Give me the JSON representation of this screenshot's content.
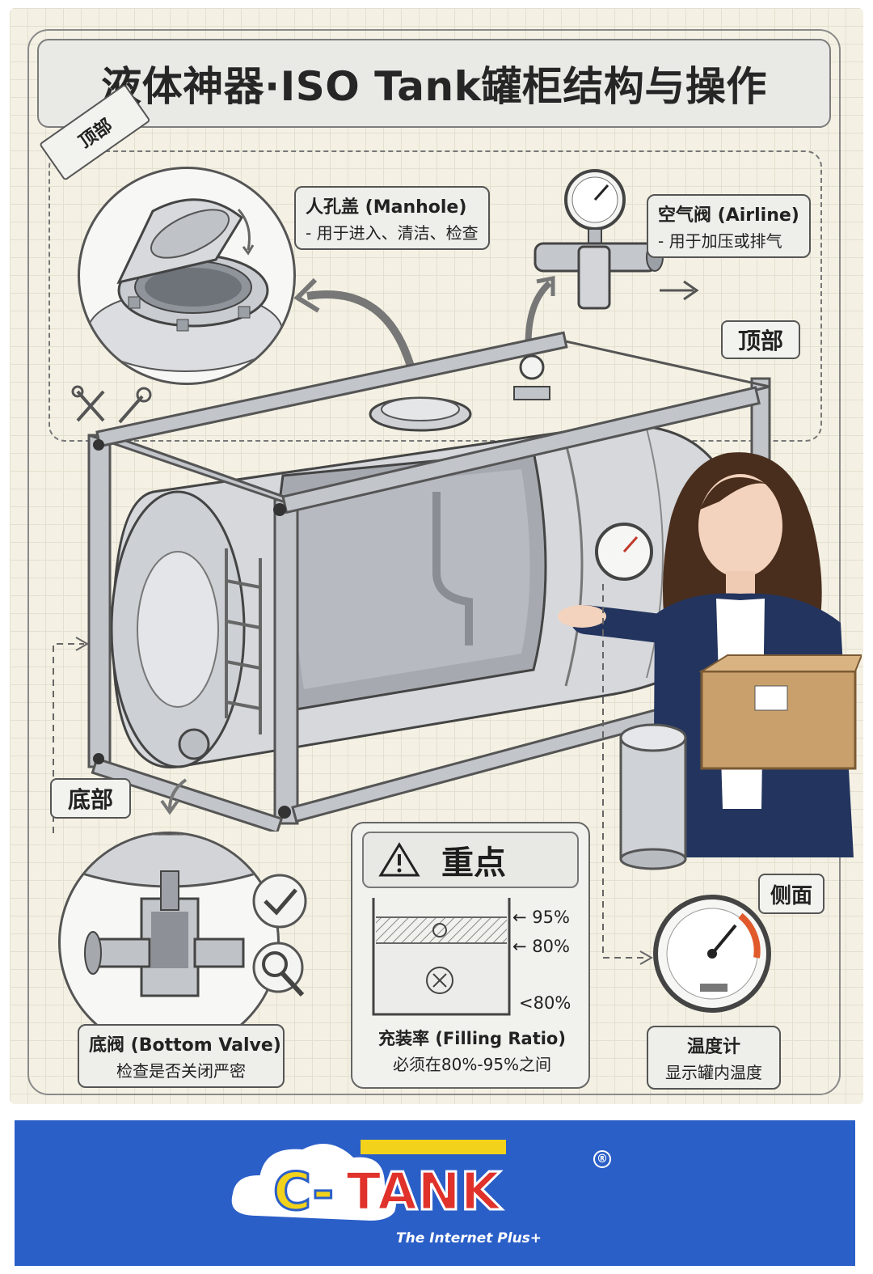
{
  "title": "液体神器·ISO Tank罐柜结构与操作",
  "sections": {
    "top_rotated": "顶部",
    "top": "顶部",
    "bottom": "底部",
    "side": "侧面"
  },
  "manhole": {
    "title": "人孔盖 (Manhole)",
    "desc": "- 用于进入、清洁、检查"
  },
  "airline": {
    "title": "空气阀 (Airline)",
    "desc": "- 用于加压或排气"
  },
  "bottom_valve": {
    "title": "底阀 (Bottom Valve)",
    "desc": "检查是否关闭严密"
  },
  "thermometer": {
    "title": "温度计",
    "desc": "显示罐内温度"
  },
  "key_points": {
    "heading": "重点",
    "levels": [
      "95%",
      "80%",
      "<80%"
    ],
    "title": "充装率 (Filling Ratio)",
    "desc": "必须在80%-95%之间"
  },
  "brand": {
    "logo_left": "C-",
    "logo_right": "TANK",
    "tagline": "The Internet Plus+",
    "registered": "®"
  },
  "colors": {
    "banner_blue": "#2b5fc8",
    "logo_yellow": "#f2d21b",
    "logo_red": "#e0312b",
    "steel": "#c9ccd1",
    "jacket_navy": "#23345e"
  }
}
